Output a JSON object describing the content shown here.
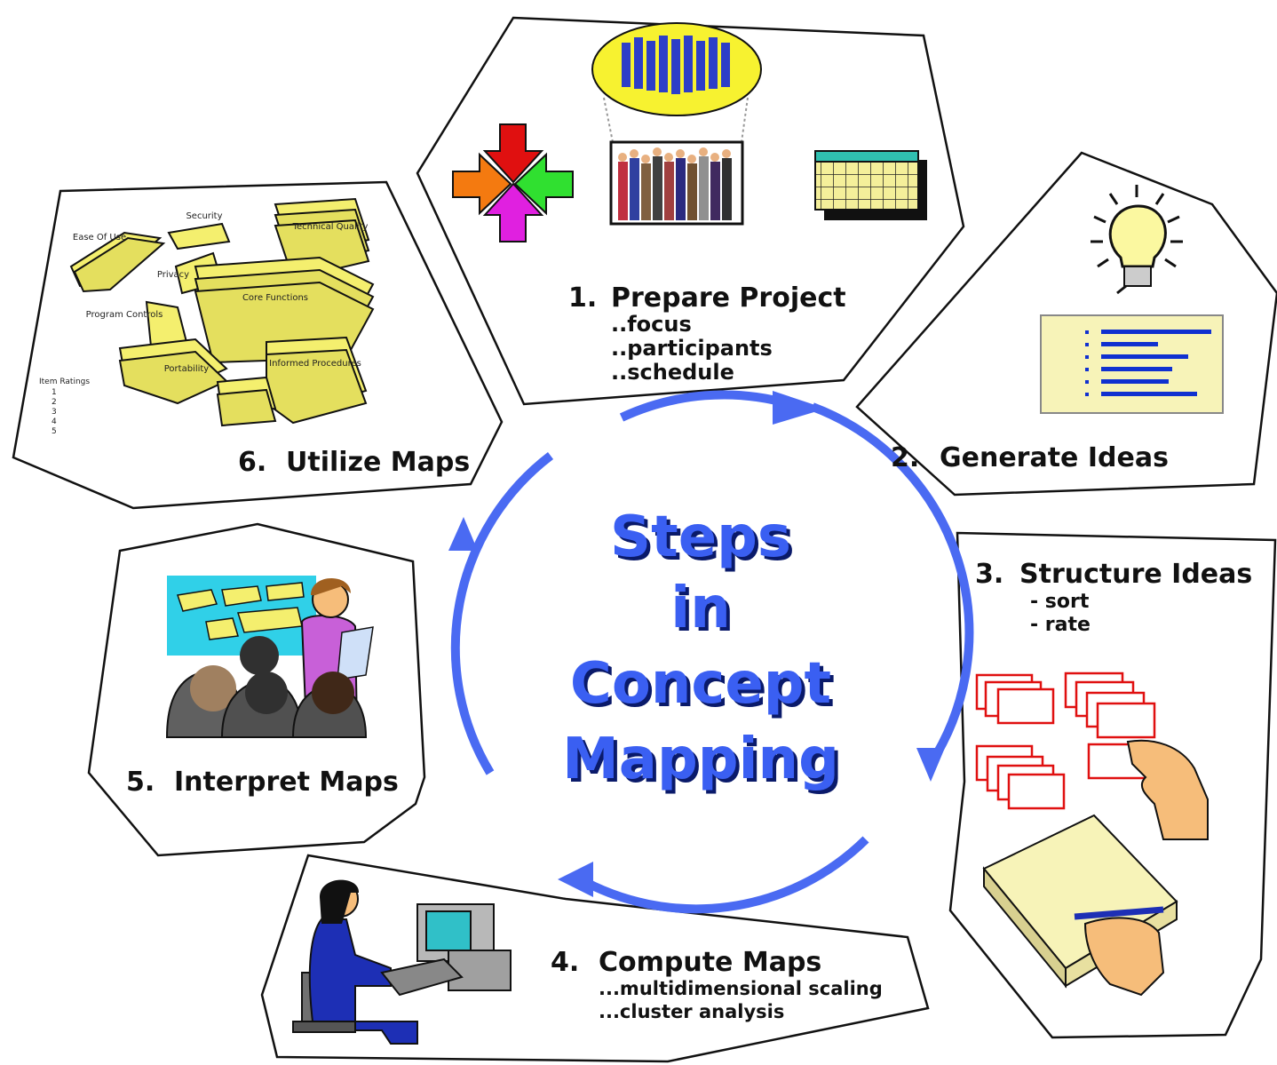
{
  "center": {
    "lines": [
      "Steps",
      "in",
      "Concept",
      "Mapping"
    ],
    "text_color": "#3a5ff2",
    "shadow_color": "#0a1a6a",
    "arrow_color": "#4a6af2"
  },
  "steps": [
    {
      "number": "1.",
      "title": "Prepare Project",
      "details": [
        "..focus",
        "..participants",
        "..schedule"
      ]
    },
    {
      "number": "2.",
      "title": "Generate Ideas",
      "details": []
    },
    {
      "number": "3.",
      "title": "Structure Ideas",
      "details": [
        "- sort",
        "- rate"
      ]
    },
    {
      "number": "4.",
      "title": "Compute Maps",
      "details": [
        "...multidimensional scaling",
        "...cluster analysis"
      ]
    },
    {
      "number": "5.",
      "title": "Interpret Maps",
      "details": []
    },
    {
      "number": "6.",
      "title": "Utilize Maps",
      "details": []
    }
  ],
  "map_labels": [
    "Security",
    "Technical Quality",
    "Ease Of Use",
    "Privacy",
    "Core Functions",
    "Program Controls",
    "Portability",
    "Informed Procedures"
  ],
  "map_legend": [
    "Item Ratings",
    "1",
    "2",
    "3",
    "4",
    "5"
  ],
  "colors": {
    "map_fill": "#f4ef6e",
    "note_fill": "#f7f3b8",
    "card_red": "#e01010",
    "hand": "#f6bd7a",
    "blue_suit": "#1d2fb5"
  }
}
